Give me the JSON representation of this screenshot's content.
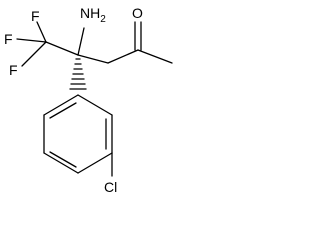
{
  "molecule": {
    "atoms": {
      "amine": "NH2",
      "amine_main": "NH",
      "amine_subscript": "2",
      "ketone_oxygen": "O",
      "fluorine_1": "F",
      "fluorine_2": "F",
      "fluorine_3": "F",
      "chlorine": "Cl"
    },
    "colors": {
      "bond": "#000000",
      "label": "#000000",
      "background": "#ffffff"
    }
  }
}
